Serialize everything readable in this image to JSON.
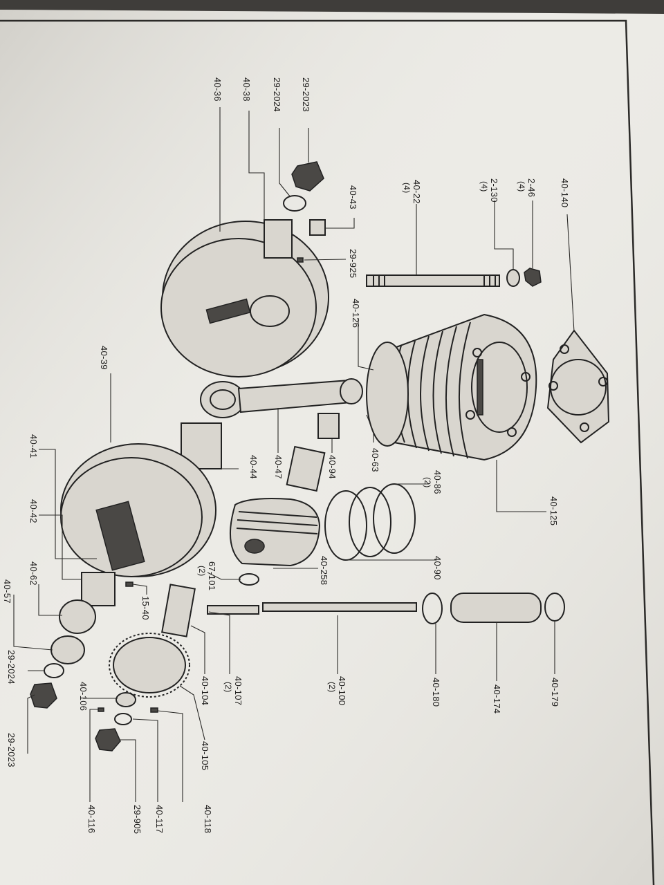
{
  "colors": {
    "table": "#3f3d3a",
    "paper": "#ecebe6",
    "paper_shadow": "#cfcdc7",
    "ink": "#1c1b1a",
    "frame": "#2b2a28"
  },
  "parts": [
    {
      "id": "40-140",
      "qty": ""
    },
    {
      "id": "2-46",
      "qty": "(4)"
    },
    {
      "id": "2-130",
      "qty": "(4)"
    },
    {
      "id": "40-22",
      "qty": "(4)"
    },
    {
      "id": "40-43",
      "qty": ""
    },
    {
      "id": "29-2023",
      "qty": ""
    },
    {
      "id": "29-2024",
      "qty": ""
    },
    {
      "id": "40-38",
      "qty": ""
    },
    {
      "id": "40-36",
      "qty": ""
    },
    {
      "id": "29-925",
      "qty": ""
    },
    {
      "id": "40-126",
      "qty": ""
    },
    {
      "id": "40-125",
      "qty": ""
    },
    {
      "id": "40-63",
      "qty": ""
    },
    {
      "id": "40-39",
      "qty": ""
    },
    {
      "id": "40-47",
      "qty": ""
    },
    {
      "id": "40-94",
      "qty": ""
    },
    {
      "id": "40-44",
      "qty": ""
    },
    {
      "id": "40-86",
      "qty": "(2)"
    },
    {
      "id": "40-90",
      "qty": ""
    },
    {
      "id": "40-258",
      "qty": ""
    },
    {
      "id": "67-101",
      "qty": "(2)"
    },
    {
      "id": "40-41",
      "qty": ""
    },
    {
      "id": "40-42",
      "qty": ""
    },
    {
      "id": "15-40",
      "qty": ""
    },
    {
      "id": "40-62",
      "qty": ""
    },
    {
      "id": "40-57",
      "qty": ""
    },
    {
      "id": "29-2024",
      "qty": ""
    },
    {
      "id": "29-2023",
      "qty": ""
    },
    {
      "id": "40-107",
      "qty": "(2)"
    },
    {
      "id": "40-100",
      "qty": "(2)"
    },
    {
      "id": "40-180",
      "qty": ""
    },
    {
      "id": "40-174",
      "qty": ""
    },
    {
      "id": "40-179",
      "qty": ""
    },
    {
      "id": "40-104",
      "qty": ""
    },
    {
      "id": "40-105",
      "qty": ""
    },
    {
      "id": "40-106",
      "qty": ""
    },
    {
      "id": "40-118",
      "qty": ""
    },
    {
      "id": "40-117",
      "qty": ""
    },
    {
      "id": "29-905",
      "qty": ""
    },
    {
      "id": "40-116",
      "qty": ""
    }
  ]
}
